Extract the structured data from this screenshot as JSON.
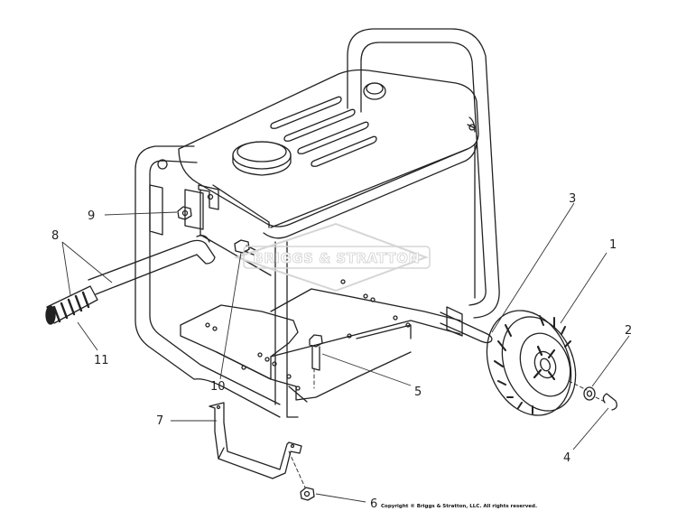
{
  "diagram": {
    "watermark": "BRIGGS & STRATTON",
    "copyright": "Copyright © Briggs & Stratton, LLC. All rights reserved.",
    "callouts": [
      {
        "id": "1",
        "label": "1"
      },
      {
        "id": "2",
        "label": "2"
      },
      {
        "id": "3",
        "label": "3"
      },
      {
        "id": "4",
        "label": "4"
      },
      {
        "id": "5",
        "label": "5"
      },
      {
        "id": "6",
        "label": "6"
      },
      {
        "id": "7",
        "label": "7"
      },
      {
        "id": "8",
        "label": "8"
      },
      {
        "id": "9",
        "label": "9"
      },
      {
        "id": "10",
        "label": "10"
      },
      {
        "id": "11",
        "label": "11"
      }
    ]
  }
}
